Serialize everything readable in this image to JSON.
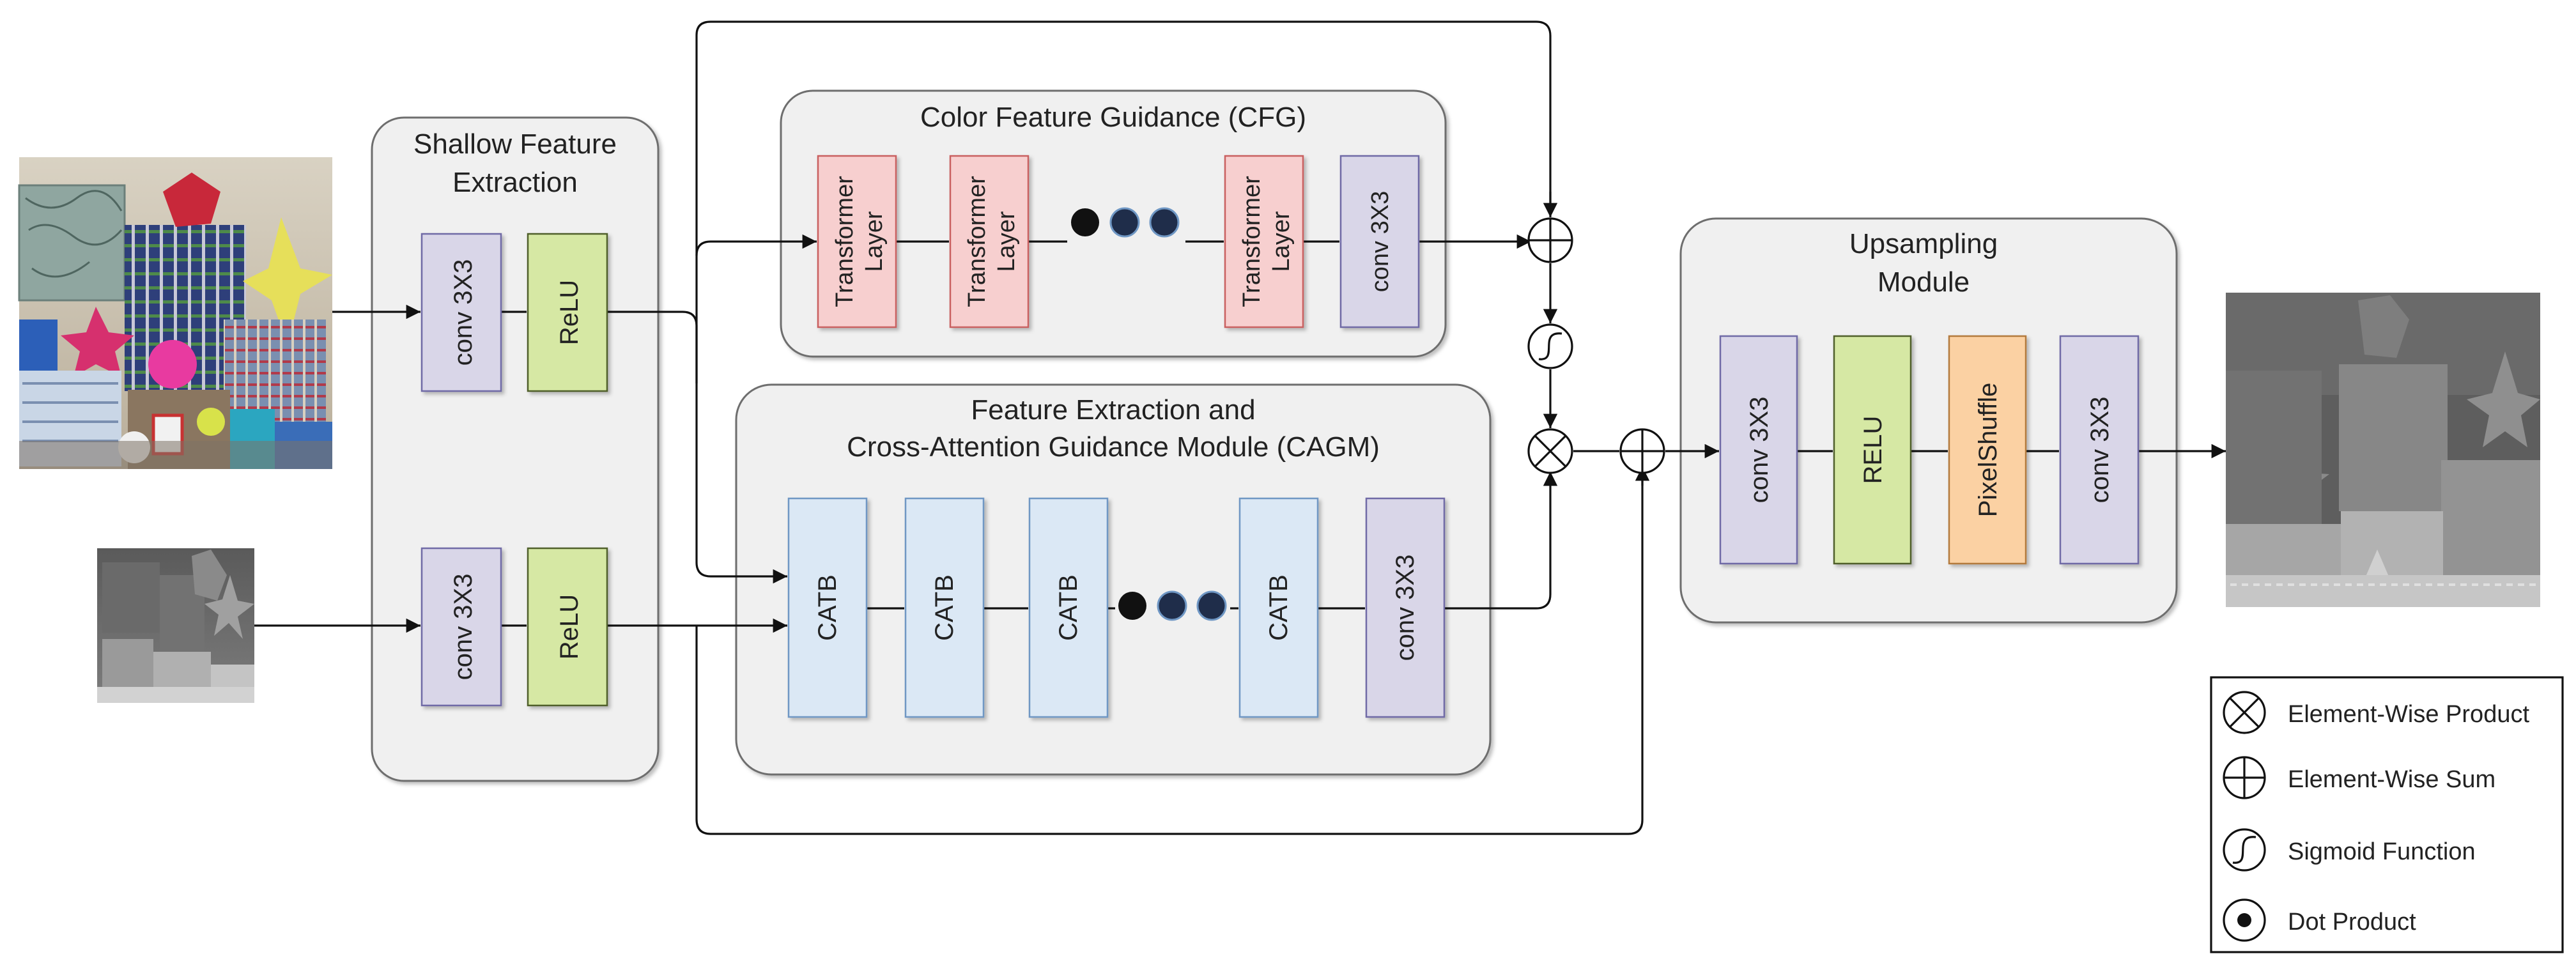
{
  "colors": {
    "conv": "#d9d6e8",
    "conv_border": "#6f6aa6",
    "relu": "#d6e8a4",
    "relu_border": "#4f5e2a",
    "transformer": "#f7cfcf",
    "transformer_border": "#c96060",
    "catb": "#dbe8f5",
    "catb_border": "#6f97c4",
    "pixelshuffle": "#fbd1a3",
    "pixelshuffle_border": "#b37a3c",
    "module_bg": "#f0f0f0"
  },
  "modules": {
    "shallow": "Shallow Feature\nExtraction",
    "cfg": "Color Feature Guidance (CFG)",
    "cagm": "Feature Extraction and\nCross-Attention Guidance Module (CAGM)",
    "upsampling": "Upsampling\nModule"
  },
  "shallow_blocks": {
    "conv_top": "conv 3X3",
    "relu_top": "ReLU",
    "conv_bottom": "conv 3X3",
    "relu_bottom": "ReLU"
  },
  "cfg_blocks": {
    "t1": "Transformer\nLayer",
    "t2": "Transformer\nLayer",
    "t3": "Transformer\nLayer",
    "conv": "conv 3X3"
  },
  "cagm_blocks": {
    "c1": "CATB",
    "c2": "CATB",
    "c3": "CATB",
    "c4": "CATB",
    "conv": "conv 3X3"
  },
  "up_blocks": {
    "conv1": "conv 3X3",
    "relu": "RELU",
    "ps": "PixelShuffle",
    "conv2": "conv 3X3"
  },
  "legend": {
    "product": "Element-Wise Product",
    "sum": "Element-Wise Sum",
    "sigmoid": "Sigmoid Function",
    "dot": "Dot Product"
  },
  "icons": {
    "color_input": "rgb-photo-of-toys",
    "depth_input": "low-resolution-depth-map",
    "output": "high-resolution-depth-map"
  }
}
